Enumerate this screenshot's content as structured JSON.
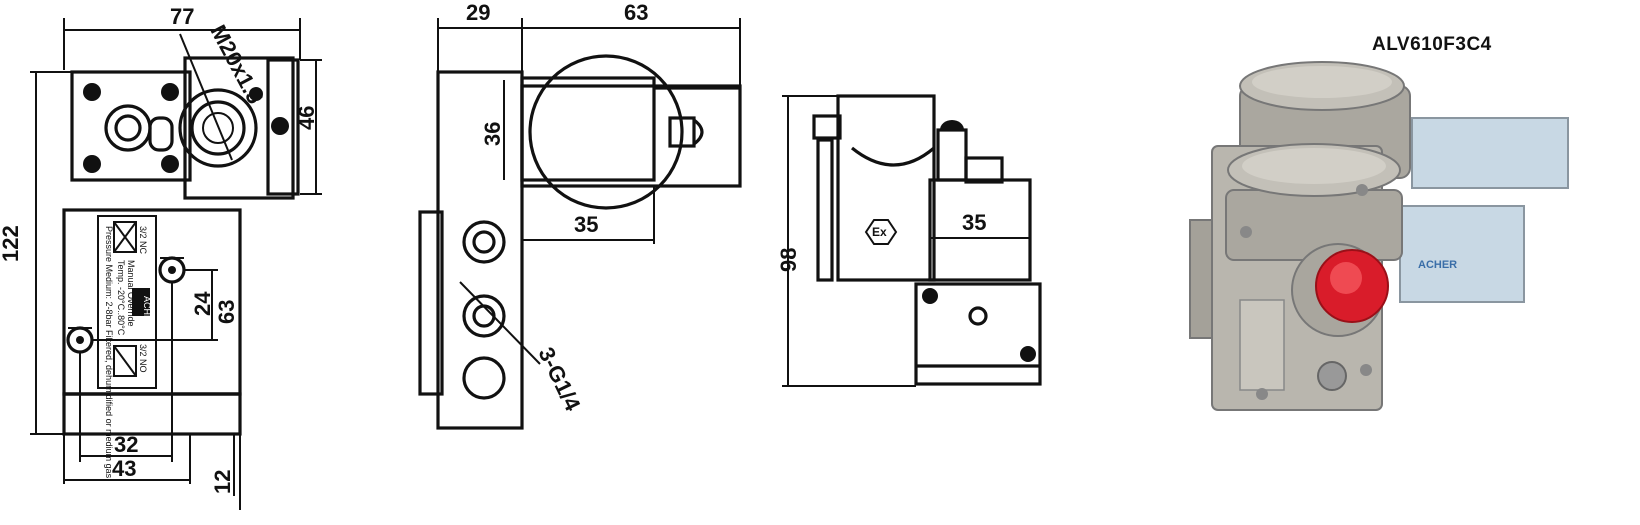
{
  "product": {
    "model": "ALV610F3C4"
  },
  "front_view": {
    "dims": {
      "width_top": "77",
      "thread": "M20x1.5",
      "coil_height": "46",
      "total_height": "122",
      "port_spacing_v": "24",
      "body_height": "63",
      "base_width": "32",
      "overall_width": "43",
      "base_height": "12"
    },
    "label_lines": [
      "3/2 NC",
      "Manual Override",
      "Temp. -20°C..80°C",
      "Pressure Medium: 2-8bar Filtered, dehumidified or medium gas",
      "3/2 NO"
    ],
    "brand_mark": "ACHER"
  },
  "side_view": {
    "dims": {
      "width_top": "29",
      "coil_length": "63",
      "coil_height": "36",
      "offset": "35",
      "ports": "3-G1/4"
    }
  },
  "rear_view": {
    "dims": {
      "height": "98",
      "width": "35"
    },
    "ex_mark": "Ex"
  },
  "photo": {
    "brand_label": "ACHER",
    "colors": {
      "cap": "#d91c2a",
      "body": "#b9b6ae",
      "label": "#c8d8e4"
    }
  }
}
